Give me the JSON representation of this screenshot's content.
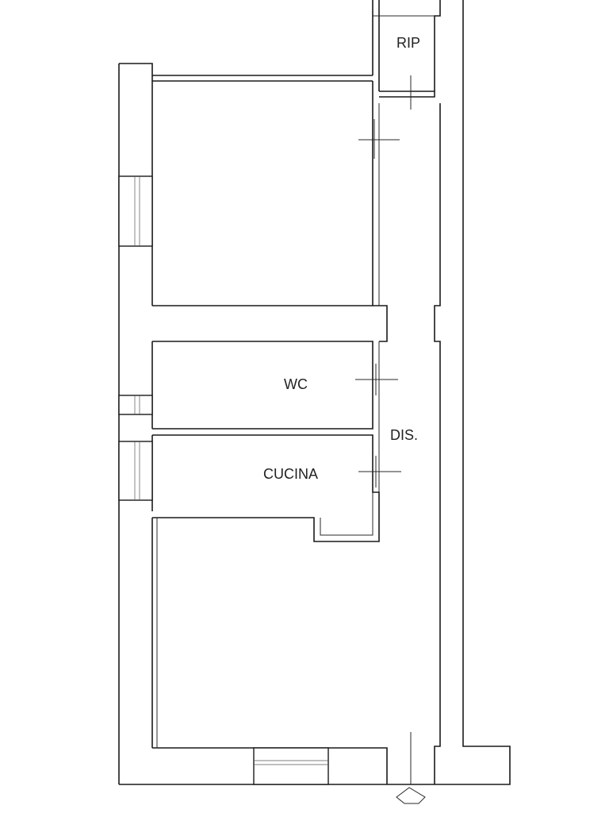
{
  "rooms": {
    "rip": "RIP",
    "wc": "WC",
    "dis": "DIS.",
    "cucina": "CUCINA"
  }
}
